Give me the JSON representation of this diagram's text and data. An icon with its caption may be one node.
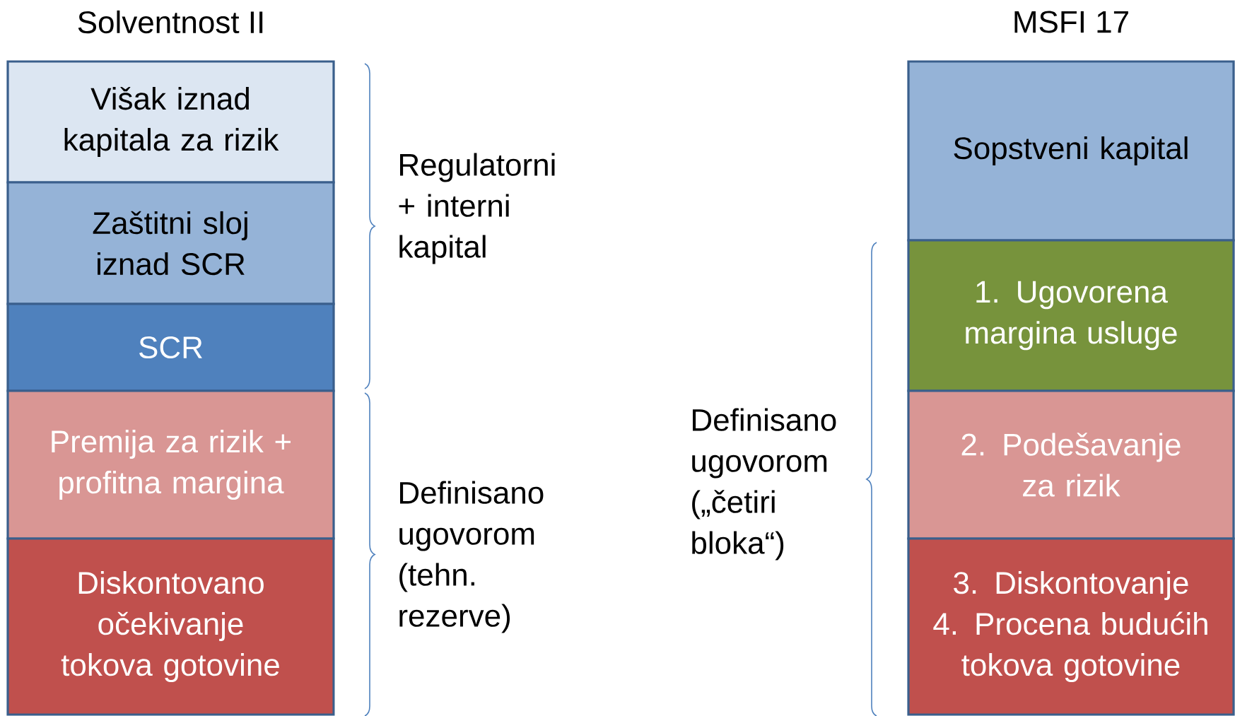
{
  "diagram": {
    "nodes": [
      {
        "text": [
          "Višak iznad kapitala za rizik"
        ]
      },
      {
        "text": [
          "Zaštitni sloj iznad SCR"
        ]
      },
      {
        "text": [
          "SCR"
        ]
      },
      {
        "text": [
          "Premija za rizik + profitna margina"
        ]
      },
      {
        "text": [
          "Diskontovano očekivanje tokova gotovine"
        ]
      },
      {
        "text": [
          "Sopstveni kapital"
        ]
      },
      {
        "text": [
          "1. Ugovorena margina usluge"
        ]
      },
      {
        "text": [
          "2. Podešavanje za rizik"
        ]
      },
      {
        "text": [
          "3. Diskontovanje",
          "4. Procena budućih tokova gotovine"
        ]
      }
    ],
    "labels": [
      "Solventnost II",
      "MSFI 17",
      "Regulatorni + interni kapital",
      "Definisano ugovorom (tehn. rezerve)",
      "Definisano ugovorom („četiri bloka“)"
    ]
  }
}
